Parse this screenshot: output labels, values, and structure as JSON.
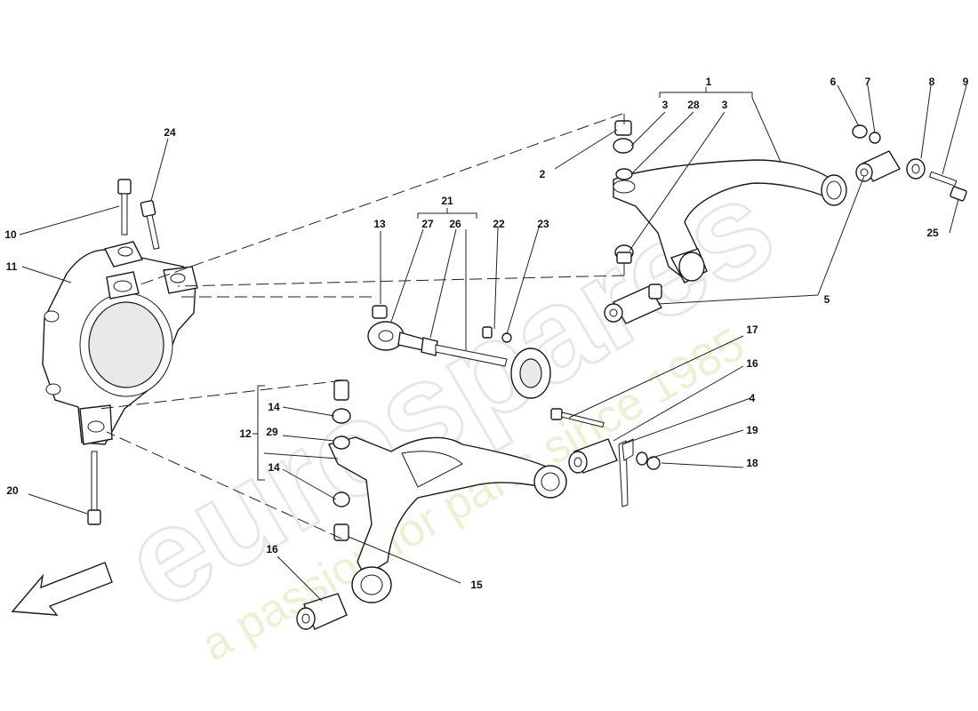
{
  "watermark": {
    "logo_text": "eurospares",
    "tagline": "a passion for parts since 1985"
  },
  "callouts": [
    {
      "id": "c1",
      "label": "1"
    },
    {
      "id": "c2",
      "label": "2"
    },
    {
      "id": "c3a",
      "label": "3"
    },
    {
      "id": "c3b",
      "label": "3"
    },
    {
      "id": "c4",
      "label": "4"
    },
    {
      "id": "c5",
      "label": "5"
    },
    {
      "id": "c6",
      "label": "6"
    },
    {
      "id": "c7",
      "label": "7"
    },
    {
      "id": "c8",
      "label": "8"
    },
    {
      "id": "c9",
      "label": "9"
    },
    {
      "id": "c10",
      "label": "10"
    },
    {
      "id": "c11",
      "label": "11"
    },
    {
      "id": "c12",
      "label": "12"
    },
    {
      "id": "c13",
      "label": "13"
    },
    {
      "id": "c14a",
      "label": "14"
    },
    {
      "id": "c14b",
      "label": "14"
    },
    {
      "id": "c15",
      "label": "15"
    },
    {
      "id": "c16a",
      "label": "16"
    },
    {
      "id": "c16b",
      "label": "16"
    },
    {
      "id": "c17",
      "label": "17"
    },
    {
      "id": "c18",
      "label": "18"
    },
    {
      "id": "c19",
      "label": "19"
    },
    {
      "id": "c20",
      "label": "20"
    },
    {
      "id": "c21",
      "label": "21"
    },
    {
      "id": "c22",
      "label": "22"
    },
    {
      "id": "c23",
      "label": "23"
    },
    {
      "id": "c24",
      "label": "24"
    },
    {
      "id": "c25",
      "label": "25"
    },
    {
      "id": "c26",
      "label": "26"
    },
    {
      "id": "c27",
      "label": "27"
    },
    {
      "id": "c28",
      "label": "28"
    },
    {
      "id": "c29",
      "label": "29"
    }
  ]
}
